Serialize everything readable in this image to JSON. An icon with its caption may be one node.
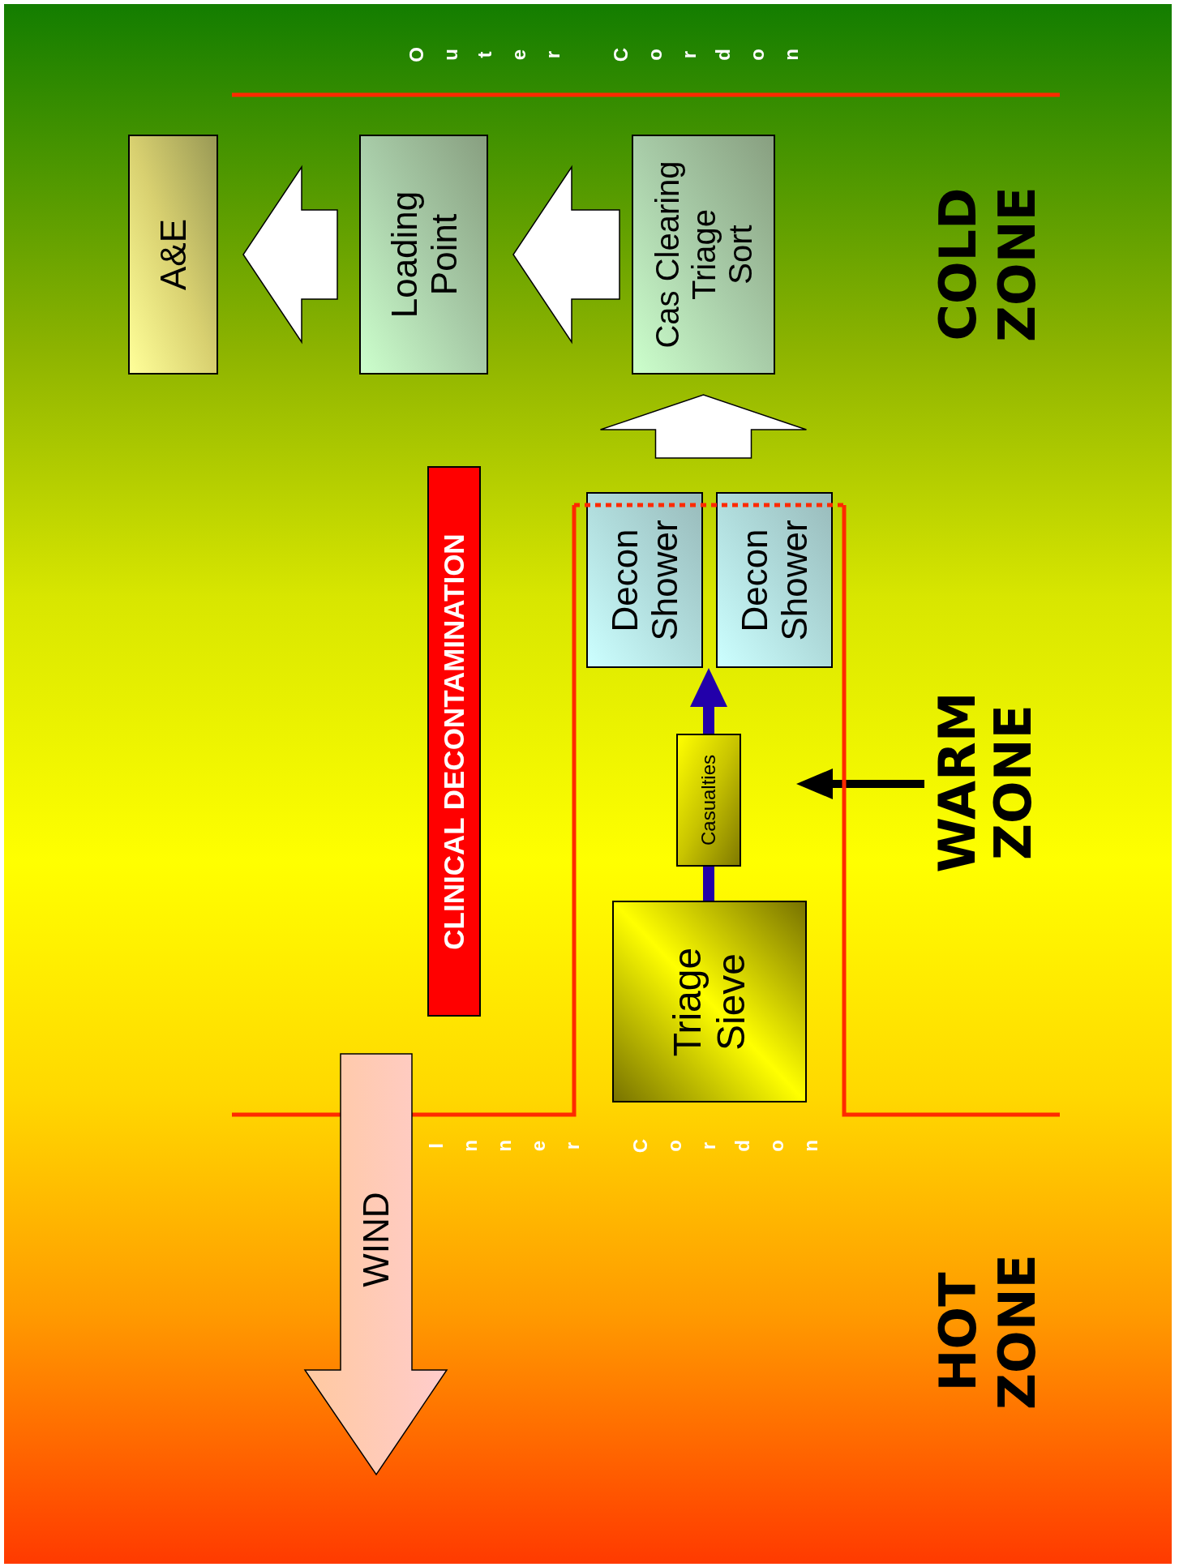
{
  "diagram": {
    "nodes": [
      {
        "text": [
          "A&E"
        ]
      },
      {
        "text": [
          "Loading Point"
        ]
      },
      {
        "text": [
          "Cas Clearing",
          "Triage Sort"
        ]
      },
      {
        "text": [
          "CLINICAL DECONTAMINATION"
        ]
      },
      {
        "text": [
          "Decon Shower"
        ]
      },
      {
        "text": [
          "Decon Shower"
        ]
      },
      {
        "text": [
          "Casualties"
        ]
      },
      {
        "text": [
          "Triage Sieve"
        ]
      },
      {
        "text": [
          "WARM ZONE"
        ]
      }
    ],
    "edges": [
      {
        "from": 2,
        "to": 1,
        "arrow": "to"
      },
      {
        "from": 1,
        "to": 0,
        "arrow": "to"
      },
      {
        "from": 4,
        "to": 2,
        "arrow": "to"
      },
      {
        "from": 5,
        "to": 2,
        "arrow": "to"
      },
      {
        "from": 7,
        "to": 6,
        "arrow": "none",
        "color": "#2200aa"
      },
      {
        "from": 6,
        "to": 4,
        "arrow": "to",
        "color": "#2200aa"
      },
      {
        "from": 6,
        "to": 5,
        "arrow": "to",
        "color": "#2200aa"
      },
      {
        "from": 8,
        "to": null,
        "arrow": "to",
        "color": "#000000"
      }
    ],
    "labels": [
      "Outer Cordon",
      "COLD ZONE",
      "Inner Cordon",
      "WIND",
      "HOT ZONE"
    ]
  }
}
